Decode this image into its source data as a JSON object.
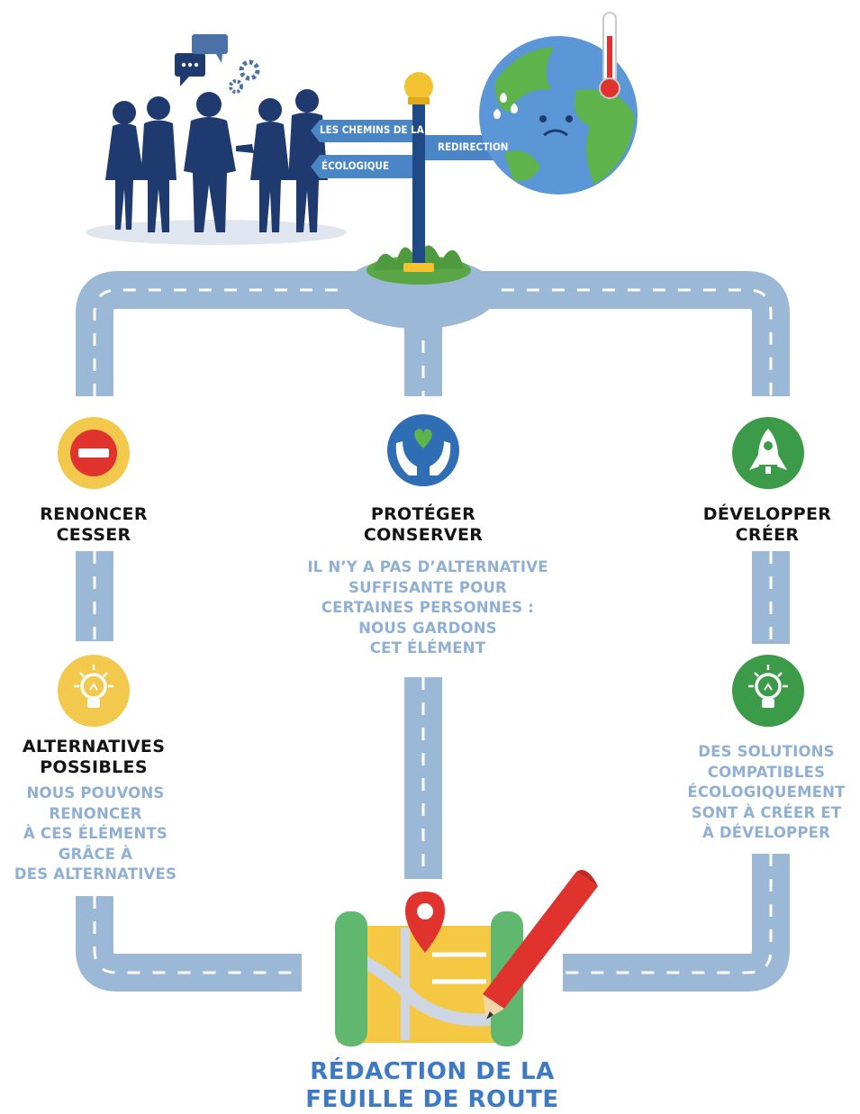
{
  "signpost": {
    "left_top": "LES CHEMINS DE LA",
    "left_bottom": "ÉCOLOGIQUE",
    "right": "REDIRECTION"
  },
  "branches": {
    "left": {
      "icon": "no-entry-icon",
      "color": "#f2c94c",
      "heading": [
        "RENONCER",
        "CESSER"
      ],
      "step_icon": "lightbulb-icon",
      "step_heading": [
        "ALTERNATIVES",
        "POSSIBLES"
      ],
      "description": [
        "NOUS POUVONS",
        "RENONCER",
        "À CES ÉLÉMENTS",
        "GRÂCE À",
        "DES ALTERNATIVES"
      ]
    },
    "center": {
      "icon": "hands-heart-icon",
      "color": "#2f6eb5",
      "heading": [
        "PROTÉGER",
        "CONSERVER"
      ],
      "description": [
        "IL N’Y A PAS D’ALTERNATIVE",
        "SUFFISANTE POUR",
        "CERTAINES PERSONNES :",
        "NOUS GARDONS",
        "CET ÉLÉMENT"
      ]
    },
    "right": {
      "icon": "rocket-icon",
      "color": "#3b9b48",
      "heading": [
        "DÉVELOPPER",
        "CRÉER"
      ],
      "step_icon": "lightbulb-icon",
      "description": [
        "DES SOLUTIONS",
        "COMPATIBLES",
        "ÉCOLOGIQUEMENT",
        "SONT À CRÉER ET",
        "À DÉVELOPPER"
      ]
    }
  },
  "destination": {
    "icon": "map-with-pencil-icon",
    "title": [
      "RÉDACTION DE LA",
      "FEUILLE DE ROUTE"
    ]
  },
  "colors": {
    "road": "#9bb8d6",
    "people": "#1e3a6e",
    "title": "#3d79c4",
    "muted_text": "#8fb0d4"
  }
}
